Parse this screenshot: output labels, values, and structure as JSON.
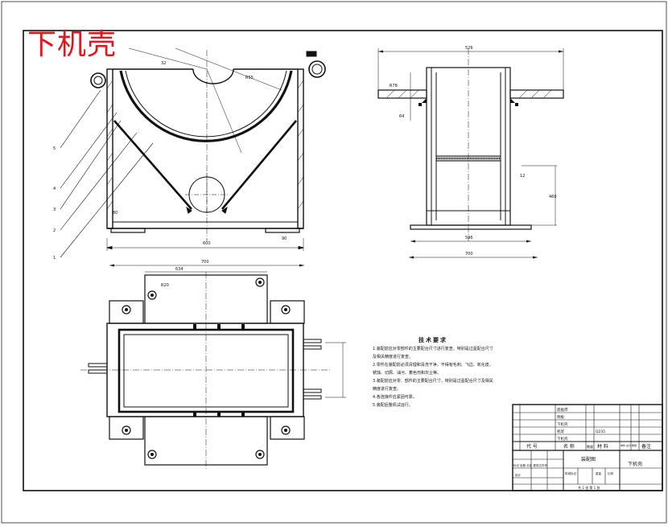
{
  "title": "下机壳",
  "technical_requirements": {
    "heading": "技术要求",
    "items": [
      "1.装配前应对零部件的主要配合尺寸进行复查，特别是过盈配合尺寸及相关精度进行复查。",
      "2.零件在装配前必须清理和清洗干净，不得有毛刺、飞边、氧化皮、锈蚀、切屑、油污、着色剂和灰尘等。",
      "3.装配前应对零、部件的主要配合尺寸，特别是过盈配合尺寸及相关精度进行复查。",
      "4.各连接件应紧固可靠。",
      "5.装配后整机试运行。"
    ]
  },
  "part_numbers": [
    "5",
    "4",
    "3",
    "2",
    "1"
  ],
  "dimensions": {
    "front_width": "600",
    "side_top_width": "526",
    "side_base_width": "596",
    "side_total": "700",
    "plan_width": "700",
    "plan_inner": "634",
    "side_height": "460",
    "small_dims": [
      "64",
      "32",
      "R55",
      "R78",
      "R20",
      "80",
      "90",
      "12"
    ]
  },
  "title_block": {
    "drawing_name": "装配图",
    "part_name": "下机壳",
    "code_label": "代 号",
    "name_label": "名 称",
    "qty_label": "数量",
    "material_label": "材 料",
    "weight_label": "单件 总计 重量",
    "remark_label": "备注",
    "rows": [
      "底板焊",
      "侧板",
      "下机壳",
      "机架",
      "下机壳"
    ],
    "material_value": "Q235",
    "bottom_row": [
      "标记",
      "处数",
      "分区",
      "更改文件号",
      "签名",
      "年月日"
    ],
    "bottom_row2": [
      "设计",
      "标准化",
      "阶段标记",
      "重量",
      "比例"
    ],
    "sheet_info": "共 1 张 第 1 张"
  }
}
